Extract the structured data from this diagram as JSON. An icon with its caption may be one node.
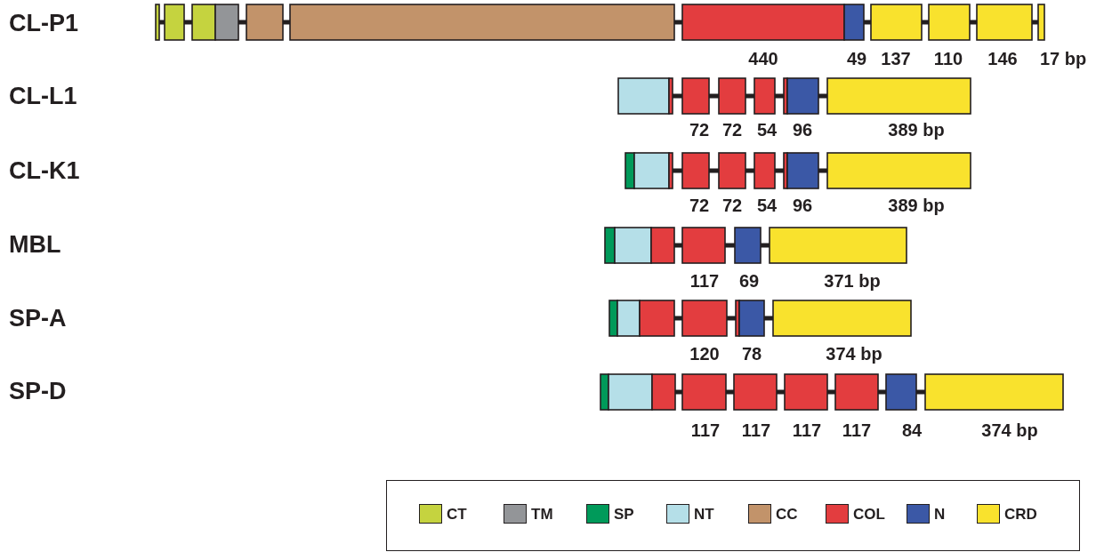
{
  "diagram": {
    "labels": [
      "CL-P1",
      "440",
      "49",
      "137",
      "110",
      "146",
      "17 bp",
      "CL-L1",
      "72",
      "72",
      "54",
      "96",
      "389 bp",
      "CL-K1",
      "72",
      "72",
      "54",
      "96",
      "389 bp",
      "MBL",
      "117",
      "69",
      "371 bp",
      "SP-A",
      "120",
      "78",
      "374 bp",
      "SP-D",
      "117",
      "117",
      "117",
      "117",
      "84",
      "374 bp"
    ],
    "legend": [
      {
        "text": "CT",
        "color": "#c5d33f"
      },
      {
        "text": "TM",
        "color": "#939598"
      },
      {
        "text": "SP",
        "color": "#009a5a"
      },
      {
        "text": "NT",
        "color": "#b5dfe8"
      },
      {
        "text": "CC",
        "color": "#c2936a"
      },
      {
        "text": "COL",
        "color": "#e33d3f"
      },
      {
        "text": "N",
        "color": "#3b58a6"
      },
      {
        "text": "CRD",
        "color": "#f9e22d"
      }
    ]
  }
}
